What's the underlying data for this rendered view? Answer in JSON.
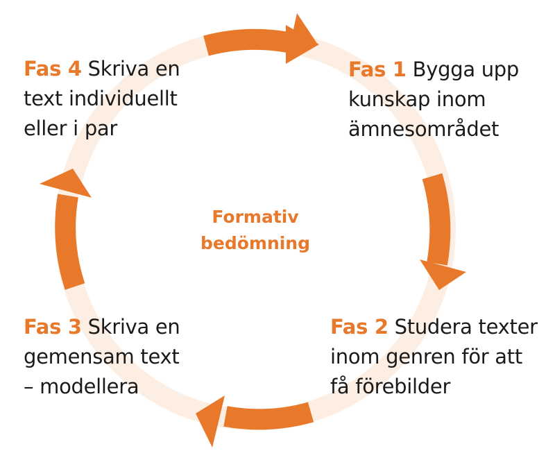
{
  "diagram": {
    "type": "cycle",
    "center_label": {
      "line1": "Formativ",
      "line2": "bedömning"
    },
    "colors": {
      "accent": "#e8782a",
      "ring": "#fdeee3",
      "text": "#1a1a1a",
      "background": "#ffffff"
    },
    "phases": [
      {
        "id": "fas1",
        "label": "Fas 1",
        "lines": [
          "Bygga upp",
          "kunskap inom",
          "ämnesområdet"
        ]
      },
      {
        "id": "fas2",
        "label": "Fas 2",
        "lines": [
          "Studera texter",
          "inom genren för att",
          "få förebilder"
        ]
      },
      {
        "id": "fas3",
        "label": "Fas 3",
        "lines": [
          "Skriva en",
          "gemensam text",
          "– modellera"
        ]
      },
      {
        "id": "fas4",
        "label": "Fas 4",
        "lines": [
          "Skriva en",
          "text individuellt",
          "eller i par"
        ]
      }
    ],
    "arrows": [
      {
        "from": "fas4",
        "to": "fas1",
        "position": "top",
        "direction": "clockwise"
      },
      {
        "from": "fas1",
        "to": "fas2",
        "position": "right",
        "direction": "clockwise"
      },
      {
        "from": "fas2",
        "to": "fas3",
        "position": "bottom",
        "direction": "clockwise"
      },
      {
        "from": "fas3",
        "to": "fas4",
        "position": "left",
        "direction": "clockwise"
      }
    ]
  }
}
